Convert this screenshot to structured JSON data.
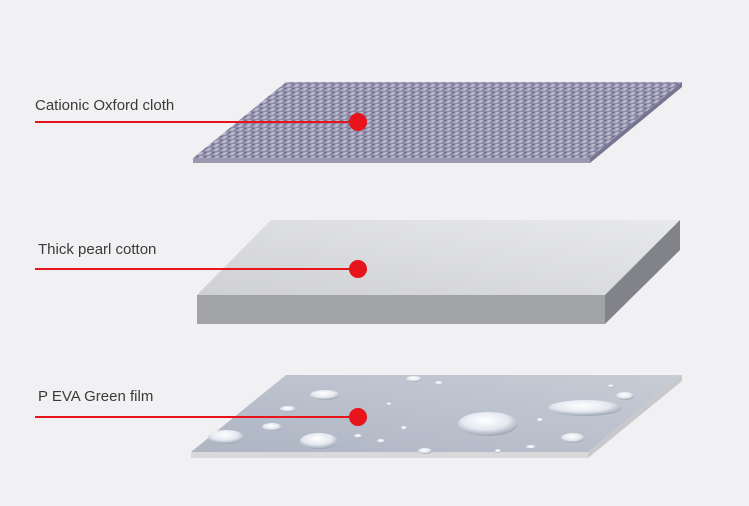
{
  "layers": [
    {
      "label": "Cationic Oxford cloth"
    },
    {
      "label": "Thick pearl cotton"
    },
    {
      "label": "P EVA Green film"
    }
  ],
  "colors": {
    "background": "#f1f1f3",
    "pointer": "#e8141b",
    "oxford_top": "#8c8aa6",
    "pearl_top": "#d8d9dc",
    "pearl_side": "#8f9094",
    "film_top": "#b7bdc9",
    "film_side": "#e2e2e2"
  }
}
